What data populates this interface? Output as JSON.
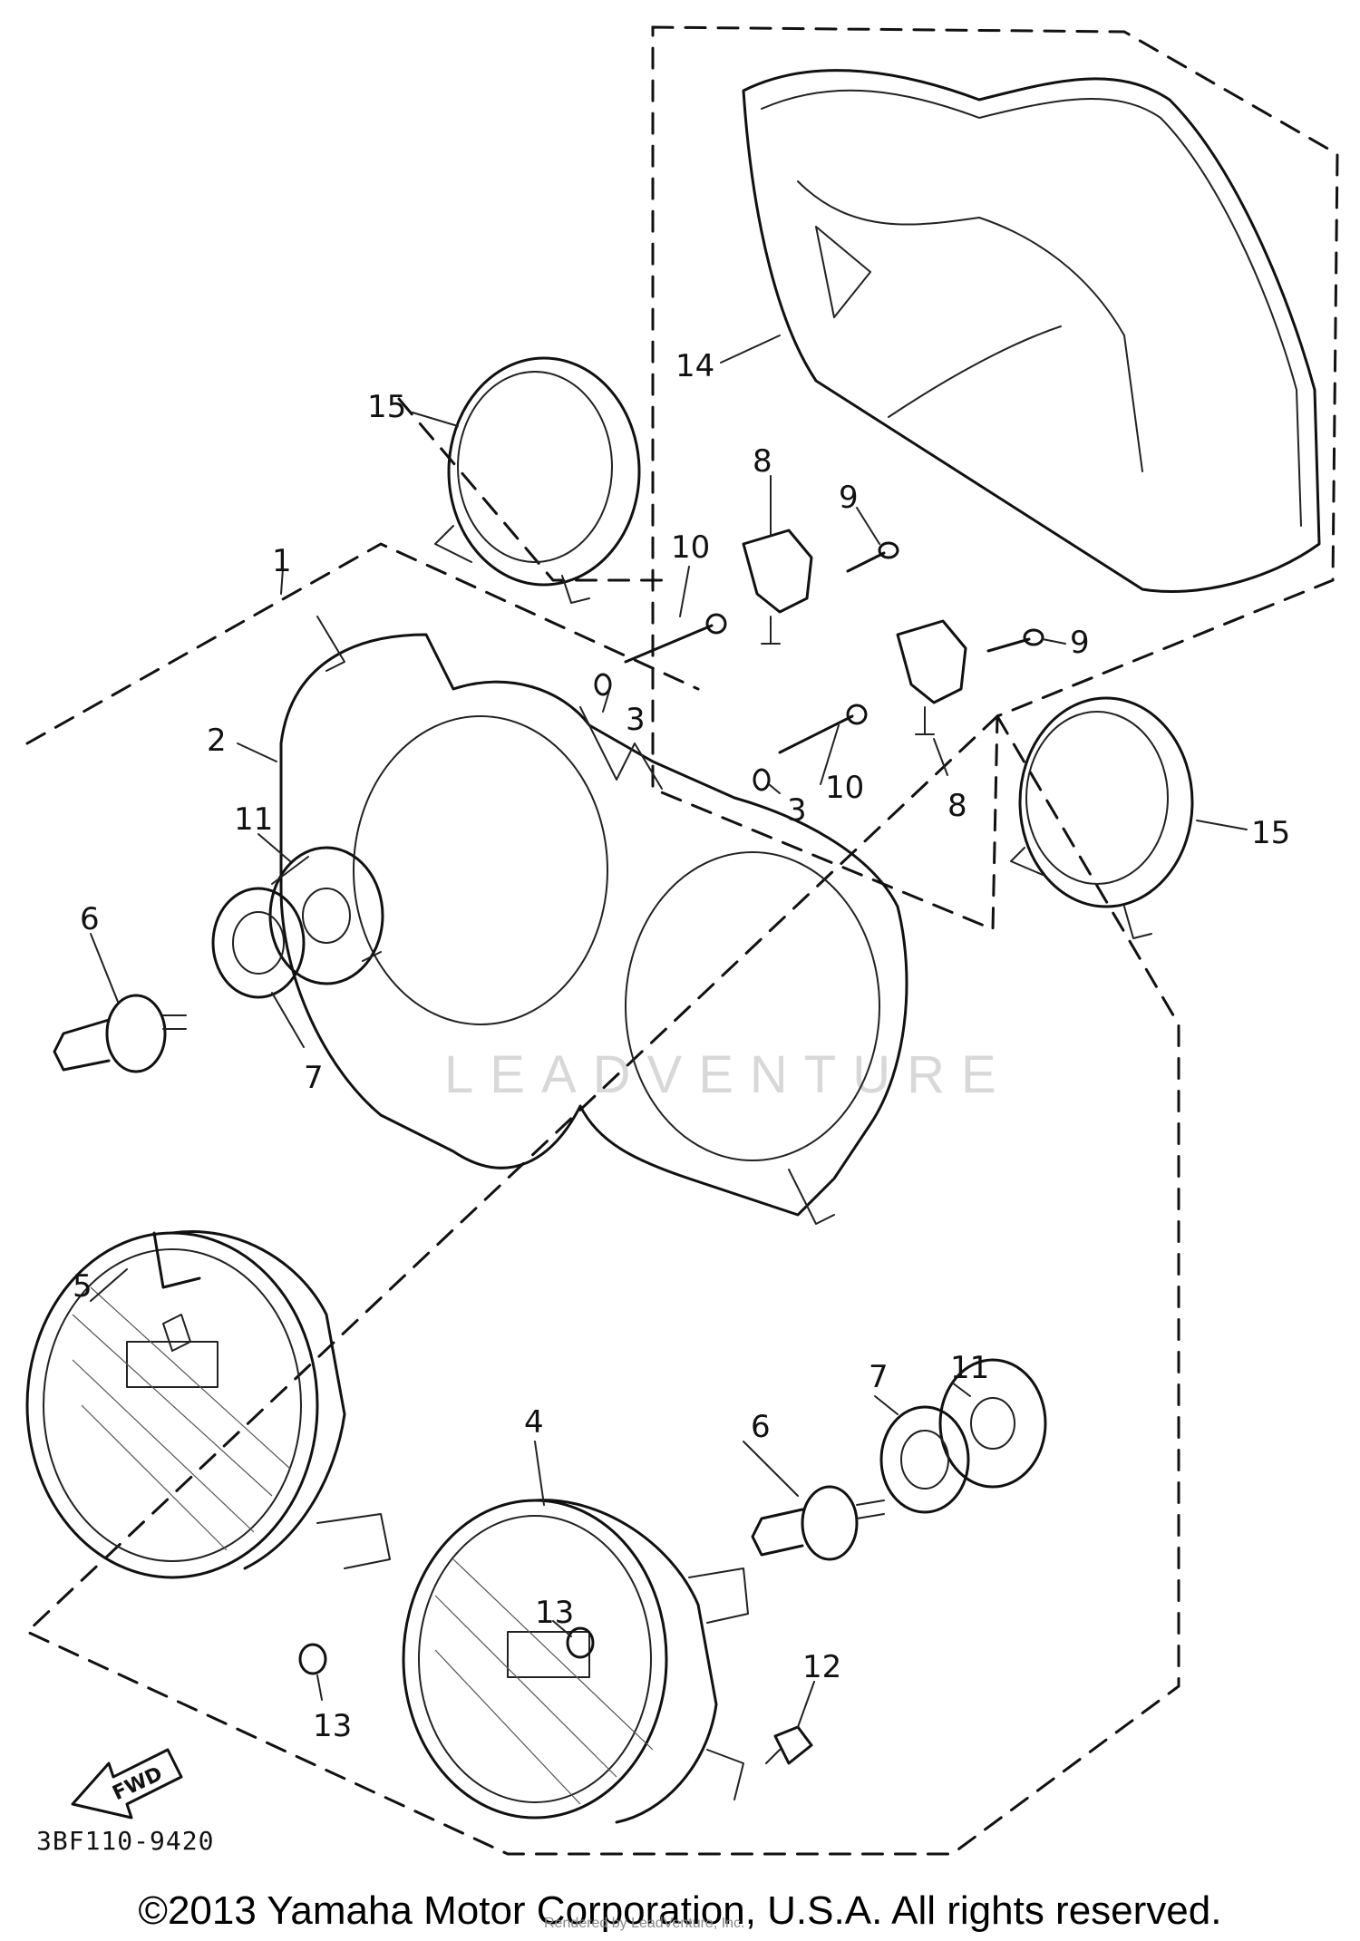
{
  "diagram": {
    "code": "3BF110-9420",
    "watermark": "LEADVENTURE",
    "fwd_label": "FWD",
    "callouts": [
      "1",
      "2",
      "3",
      "3",
      "4",
      "5",
      "6",
      "6",
      "7",
      "7",
      "8",
      "8",
      "9",
      "9",
      "10",
      "10",
      "11",
      "11",
      "12",
      "13",
      "13",
      "14",
      "15",
      "15"
    ]
  },
  "footer": {
    "copyright": "©2013 Yamaha Motor Corporation, U.S.A. All rights reserved.",
    "attribution": "Rendered by LeadVenture, Inc."
  }
}
